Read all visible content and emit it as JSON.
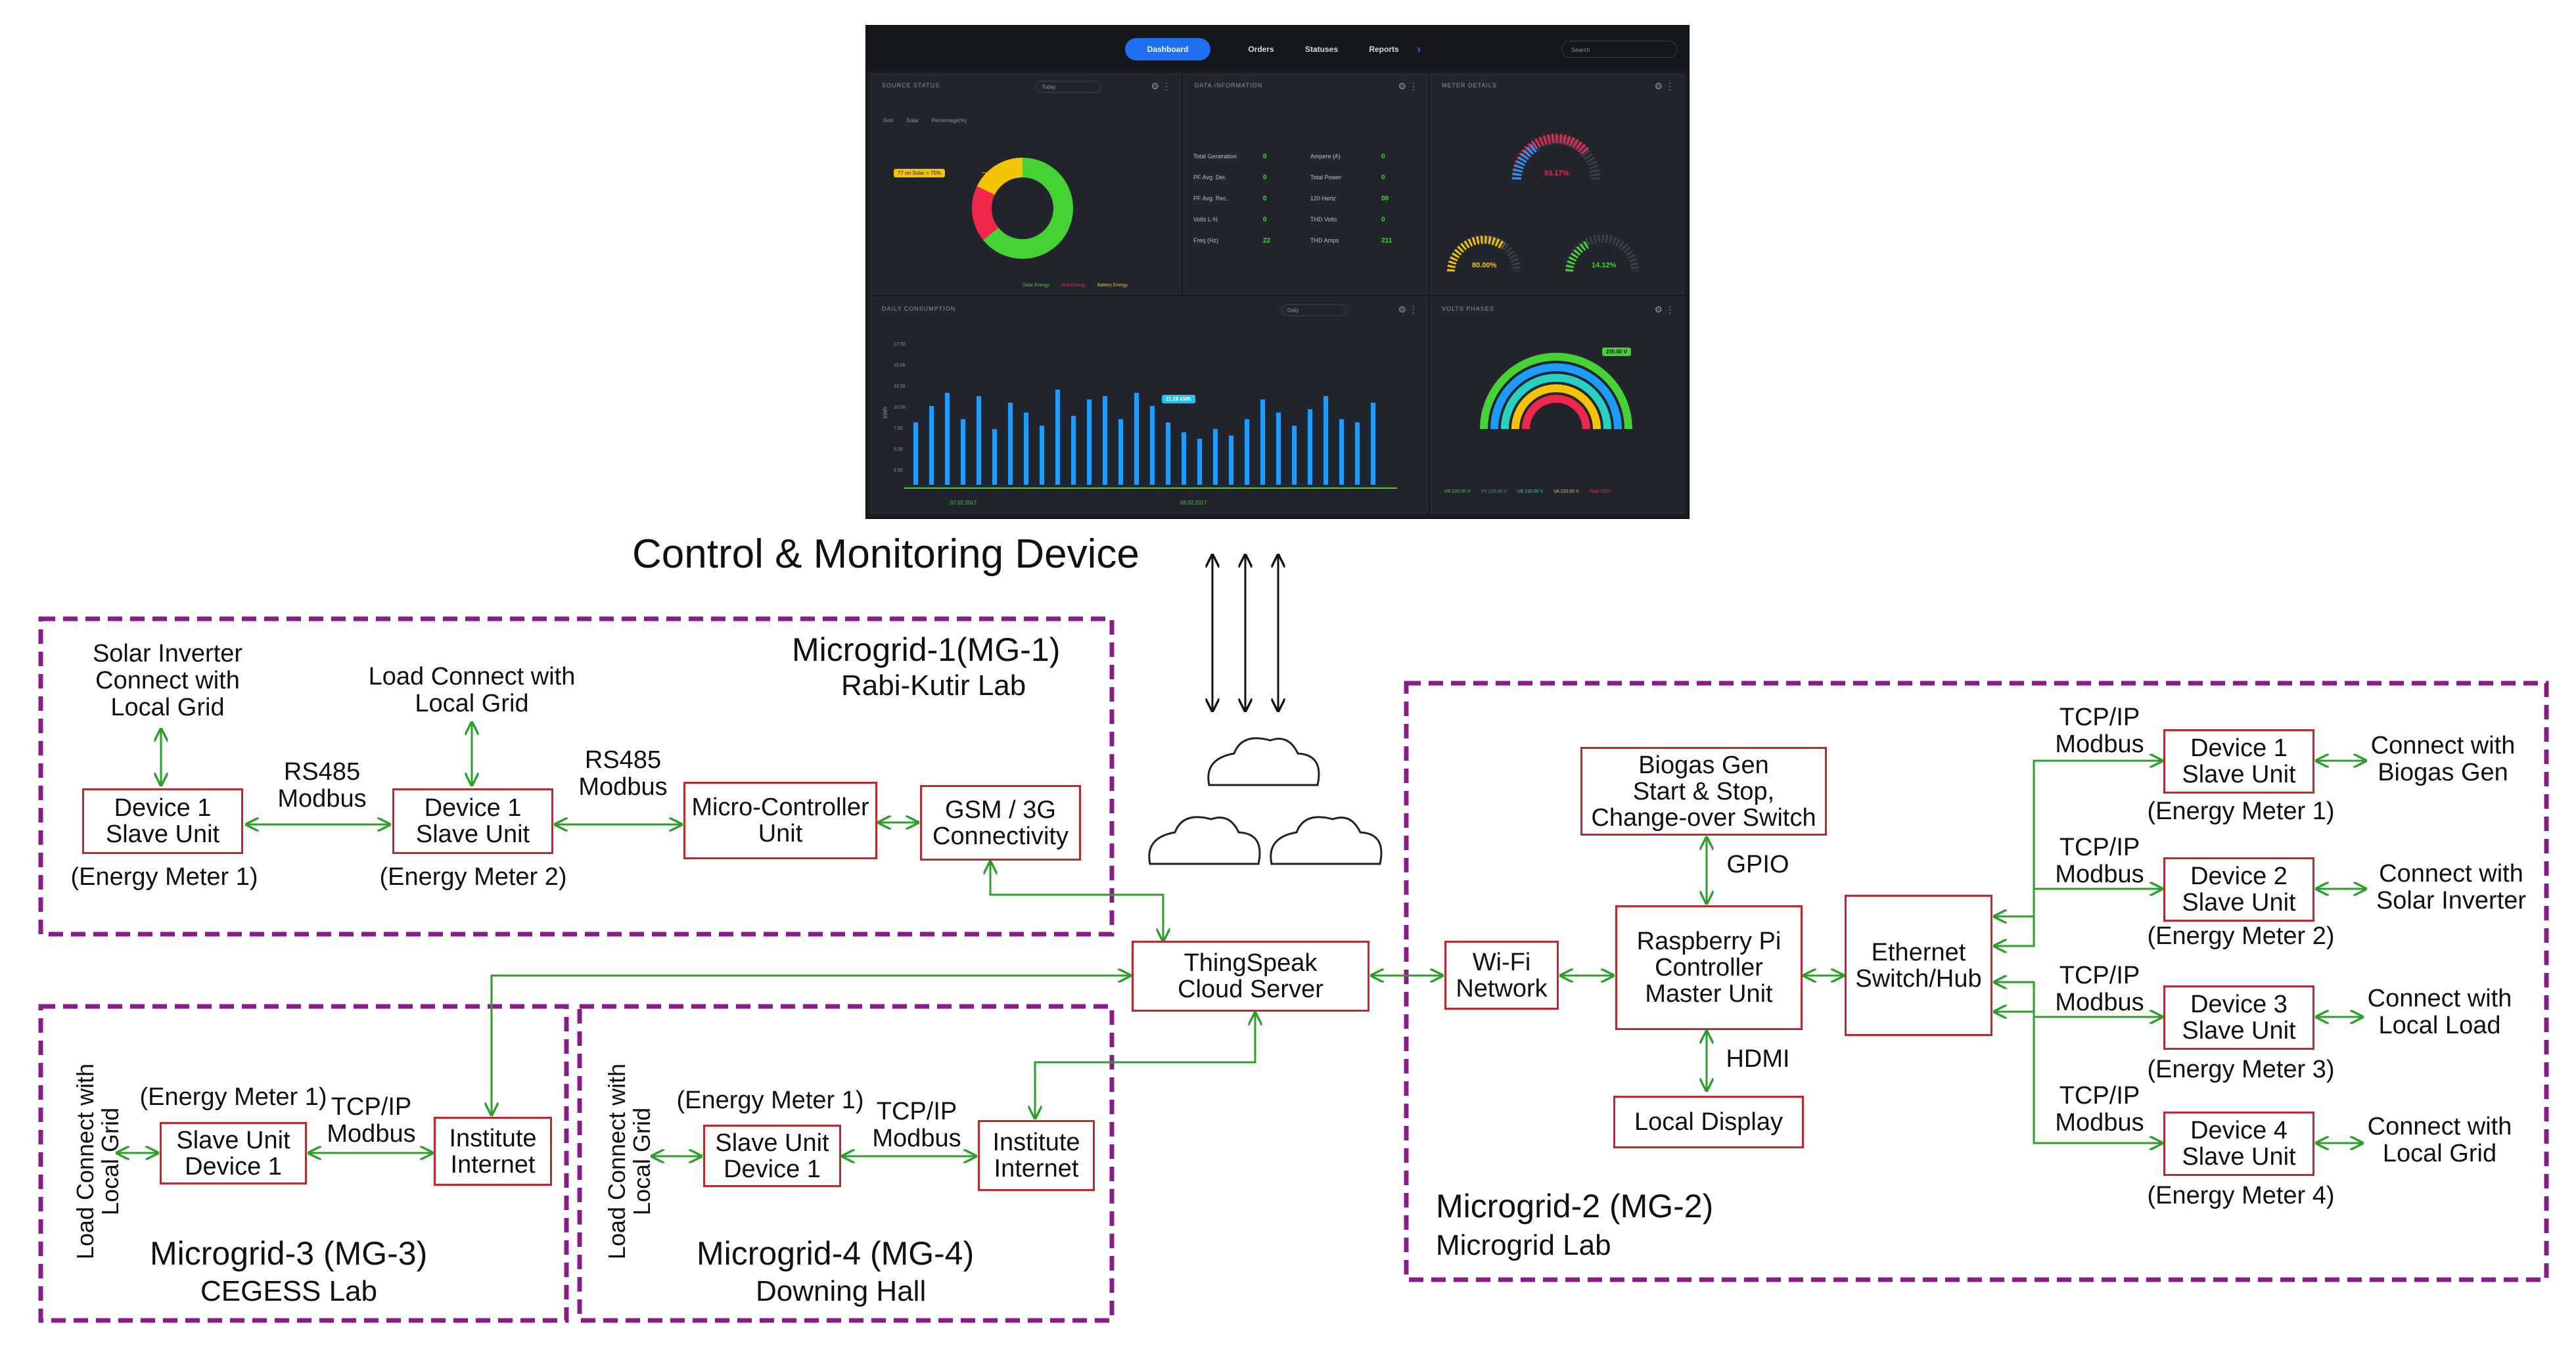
{
  "dashboard": {
    "nav": [
      "Dashboard",
      "Orders",
      "Statuses",
      "Reports"
    ],
    "search_placeholder": "Search",
    "panels": {
      "p1_title": "SOURCE STATUS",
      "p1_dropdown": "Today",
      "p1_legend": [
        "Grid",
        "Solar",
        "Percentage(%)"
      ],
      "p1_callout": "77 on Solar = 75%",
      "p1_foot": [
        "Solar Energy",
        "Grid Energy",
        "Battery Energy"
      ],
      "p2_title": "DATA INFORMATION",
      "p2_rows": [
        {
          "l": "Total Generation",
          "v": "0",
          "l2": "Ampere (A)",
          "v2": "0"
        },
        {
          "l": "PF Avg. Del.",
          "v": "0",
          "l2": "Total Power",
          "v2": "0"
        },
        {
          "l": "PF Avg. Rec.",
          "v": "0",
          "l2": "120 Hertz",
          "v2": "00"
        },
        {
          "l": "Volts L-N",
          "v": "0",
          "l2": "THD Volts",
          "v2": "0"
        },
        {
          "l": "Freq (Hz)",
          "v": "22",
          "l2": "THD Amps",
          "v2": "211"
        }
      ],
      "p3_title": "METER DETAILS",
      "p3_gauges": [
        "93.17%",
        "80.00%",
        "14.12%"
      ],
      "p4_title": "DAILY CONSUMPTION",
      "p4_dropdown": "Daily",
      "p4_callout": "11.28 kWh",
      "p4_dates": [
        "07.02.2017",
        "08.02.2017"
      ],
      "p4_yticks": [
        "17.50",
        "15.00",
        "12.50",
        "10.00",
        "7.50",
        "5.00",
        "2.50"
      ],
      "p4_ylabel": "kWh",
      "p5_title": "VOLTS PHASES",
      "p5_callout": "220.00 V",
      "p5_legend": [
        "VR 220.00 V",
        "VY 220.00 V",
        "VB 220.00 V",
        "VA 220.00 V",
        "Total 230V"
      ]
    }
  },
  "diagram": {
    "title": "Control & Monitoring Device",
    "mg1": {
      "title": "Microgrid-1(MG-1)",
      "subtitle": "Rabi-Kutir Lab",
      "solar_label": "Solar Inverter\nConnect with\nLocal Grid",
      "load_label": "Load Connect with\nLocal Grid",
      "device1": "Device 1\nSlave Unit",
      "device1_meter": "(Energy Meter 1)",
      "device2": "Device 1\nSlave Unit",
      "device2_meter": "(Energy Meter 2)",
      "rs485_a": "RS485\nModbus",
      "rs485_b": "RS485\nModbus",
      "mcu": "Micro-Controller\nUnit",
      "gsm": "GSM / 3G\nConnectivity"
    },
    "cloud": "ThingSpeak\nCloud Server",
    "mg2": {
      "title": "Microgrid-2 (MG-2)",
      "subtitle": "Microgrid Lab",
      "biogas": "Biogas Gen\nStart & Stop,\nChange-over Switch",
      "gpio": "GPIO",
      "wifi": "Wi-Fi\nNetwork",
      "rpi": "Raspberry Pi\nController\nMaster Unit",
      "hdmi": "HDMI",
      "display": "Local Display",
      "switch": "Ethernet\nSwitch/Hub",
      "tcp": "TCP/IP\nModbus",
      "devices": [
        {
          "box": "Device 1\nSlave Unit",
          "meter": "(Energy Meter 1)",
          "conn": "Connect with\nBiogas Gen"
        },
        {
          "box": "Device 2\nSlave Unit",
          "meter": "(Energy Meter 2)",
          "conn": "Connect with\nSolar Inverter"
        },
        {
          "box": "Device 3\nSlave Unit",
          "meter": "(Energy Meter 3)",
          "conn": "Connect with\nLocal Load"
        },
        {
          "box": "Device 4\nSlave Unit",
          "meter": "(Energy Meter 4)",
          "conn": "Connect with\nLocal Grid"
        }
      ]
    },
    "mg3": {
      "title": "Microgrid-3 (MG-3)",
      "subtitle": "CEGESS Lab",
      "load": "Load Connect with\nLocal Grid",
      "meter": "(Energy Meter 1)",
      "device": "Slave Unit\nDevice 1",
      "tcp": "TCP/IP\nModbus",
      "internet": "Institute\nInternet"
    },
    "mg4": {
      "title": "Microgrid-4 (MG-4)",
      "subtitle": "Downing Hall",
      "load": "Load Connect with\nLocal Grid",
      "meter": "(Energy Meter 1)",
      "device": "Slave Unit\nDevice 1",
      "tcp": "TCP/IP\nModbus",
      "internet": "Institute\nInternet"
    }
  },
  "colors": {
    "arrow": "#2aa02a",
    "box_border": "#c1272d",
    "group_border": "#8b1a8b",
    "dash_bg": "#1b1e23"
  }
}
